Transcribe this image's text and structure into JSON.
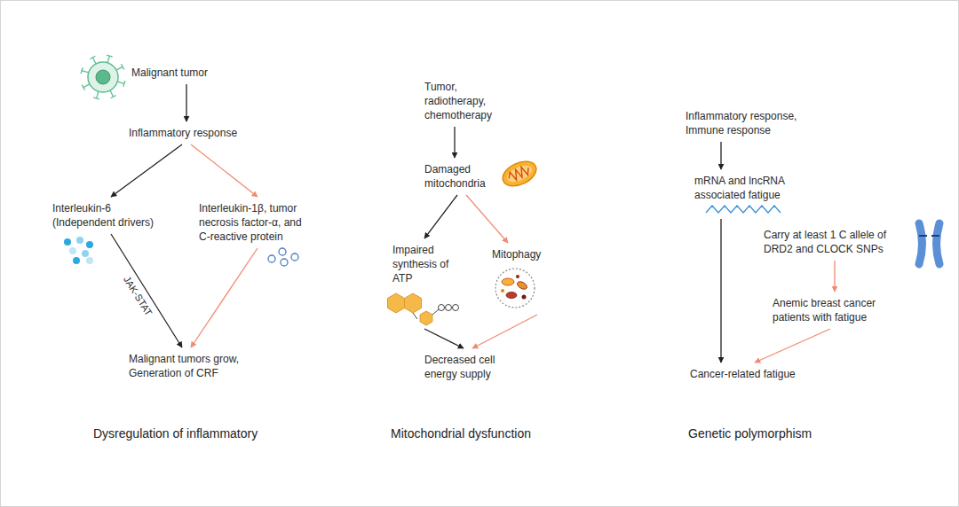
{
  "diagram": {
    "nodes": [
      {
        "text": [
          "Malignant tumor"
        ]
      },
      {
        "text": [
          "Inflammatory response"
        ]
      },
      {
        "text": [
          "Interleukin-6 (Independent drivers)"
        ]
      },
      {
        "text": [
          "Interleukin-1β, tumor necrosis factor-α, and C-reactive protein"
        ]
      },
      {
        "text": [
          "Malignant tumors grow, Generation of CRF"
        ]
      },
      {
        "text": [
          "Tumor, radiotherapy, chemotherapy"
        ]
      },
      {
        "text": [
          "Damaged mitochondria"
        ]
      },
      {
        "text": [
          "Impaired synthesis of ATP"
        ]
      },
      {
        "text": [
          "Mitophagy"
        ]
      },
      {
        "text": [
          "Decreased cell energy supply"
        ]
      },
      {
        "text": [
          "Inflammatory response, Immune response"
        ]
      },
      {
        "text": [
          "mRNA and lncRNA associated fatigue"
        ]
      },
      {
        "text": [
          "Carry at least 1 C allele of DRD2 and CLOCK SNPs"
        ]
      },
      {
        "text": [
          "Anemic breast cancer patients with fatigue"
        ]
      },
      {
        "text": [
          "Cancer-related fatigue"
        ]
      }
    ],
    "edges": [
      {
        "from": 0,
        "to": 1,
        "arrow": "to"
      },
      {
        "from": 1,
        "to": 2,
        "arrow": "to"
      },
      {
        "from": 1,
        "to": 3,
        "arrow": "to"
      },
      {
        "from": 2,
        "to": 4,
        "label": "JAK-STAT",
        "arrow": "to"
      },
      {
        "from": 3,
        "to": 4,
        "arrow": "to"
      },
      {
        "from": 5,
        "to": 6,
        "arrow": "to"
      },
      {
        "from": 6,
        "to": 7,
        "arrow": "to"
      },
      {
        "from": 6,
        "to": 8,
        "arrow": "to"
      },
      {
        "from": 7,
        "to": 9,
        "arrow": "to"
      },
      {
        "from": 8,
        "to": 9,
        "arrow": "to"
      },
      {
        "from": 10,
        "to": 11,
        "arrow": "to"
      },
      {
        "from": 11,
        "to": 14,
        "arrow": "to"
      },
      {
        "from": 12,
        "to": 13,
        "arrow": "to"
      },
      {
        "from": 13,
        "to": 14,
        "arrow": "to"
      }
    ],
    "labels": [
      "Dysregulation of inflammatory",
      "Mitochondrial dysfunction",
      "Genetic polymorphism"
    ]
  }
}
